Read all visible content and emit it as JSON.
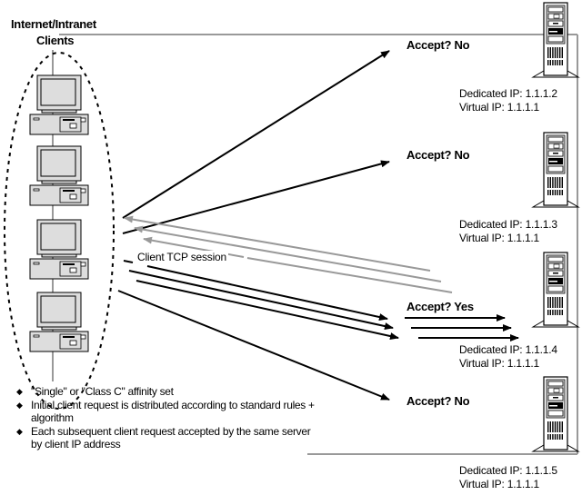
{
  "title": {
    "line1": "Internet/Intranet",
    "line2": "Clients"
  },
  "clients": {
    "count": 4,
    "icon": "desktop-computer-icon"
  },
  "session_label": "Client TCP session",
  "servers": [
    {
      "accept_label": "Accept? No",
      "dedicated_ip": "Dedicated IP: 1.1.1.2",
      "virtual_ip": "Virtual IP: 1.1.1.1",
      "icon": "tower-server-icon"
    },
    {
      "accept_label": "Accept? No",
      "dedicated_ip": "Dedicated IP: 1.1.1.3",
      "virtual_ip": "Virtual IP: 1.1.1.1",
      "icon": "tower-server-icon"
    },
    {
      "accept_label": "Accept? Yes",
      "dedicated_ip": "Dedicated IP: 1.1.1.4",
      "virtual_ip": "Virtual IP: 1.1.1.1",
      "icon": "tower-server-icon"
    },
    {
      "accept_label": "Accept? No",
      "dedicated_ip": "Dedicated IP: 1.1.1.5",
      "virtual_ip": "Virtual IP: 1.1.1.1",
      "icon": "tower-server-icon"
    }
  ],
  "notes": [
    "\"Single\" or \"Class C\" affinity set",
    "Initial client request is distributed according to standard rules + algorithm",
    "Each subsequent client request accepted by the same server by client IP address"
  ],
  "colors": {
    "network_line": "#999999",
    "request_arrow": "#000000",
    "response_arrow": "#999999",
    "device_fill": "#dddddd"
  }
}
